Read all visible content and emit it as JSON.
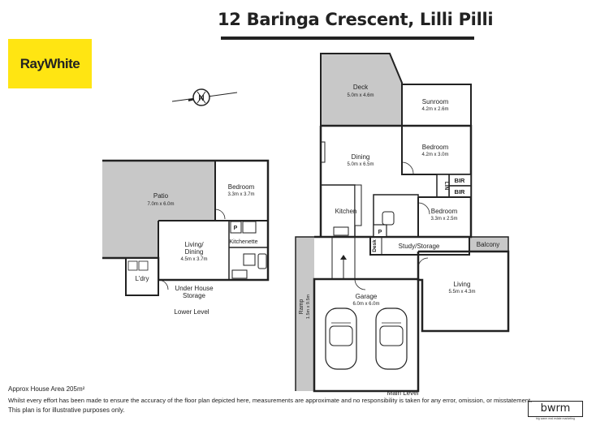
{
  "header": {
    "address": "12 Baringa Crescent, Lilli Pilli",
    "agency_logo": "RayWhite"
  },
  "compass": {
    "label": "N"
  },
  "lower_level": {
    "label": "Lower Level",
    "rooms": [
      {
        "name": "Patio",
        "dims": "7.0m x 6.0m"
      },
      {
        "name": "Bedroom",
        "dims": "3.3m x 3.7m"
      },
      {
        "name": "Living/",
        "name2": "Dining",
        "dims": "4.5m x 3.7m"
      },
      {
        "name": "Kitchenette"
      },
      {
        "name": "P"
      },
      {
        "name": "L'dry"
      },
      {
        "name": "Under House",
        "name2": "Storage"
      }
    ]
  },
  "main_level": {
    "label": "Main Level",
    "rooms": [
      {
        "name": "Deck",
        "dims": "5.0m x 4.6m"
      },
      {
        "name": "Sunroom",
        "dims": "4.2m x 2.6m"
      },
      {
        "name": "Dining",
        "dims": "5.0m x 6.5m"
      },
      {
        "name": "Bedroom",
        "dims": "4.2m x 3.0m"
      },
      {
        "name": "BIR"
      },
      {
        "name": "BIR"
      },
      {
        "name": "LIN"
      },
      {
        "name": "Kitchen"
      },
      {
        "name": "Bedroom",
        "dims": "3.3m x 2.5m"
      },
      {
        "name": "P"
      },
      {
        "name": "Desk"
      },
      {
        "name": "Study/Storage"
      },
      {
        "name": "Balcony"
      },
      {
        "name": "Living",
        "dims": "5.5m x 4.3m"
      },
      {
        "name": "Garage",
        "dims": "6.0m x 6.0m"
      },
      {
        "name": "Ramp",
        "dims": "1.5m x 9.5m"
      }
    ]
  },
  "footer": {
    "area": "Approx House Area 205m²",
    "disclaimer": "Whilst every effort has been made to ensure the accuracy of the floor plan depicted here, measurements are approximate and no responsibility is taken for any error, omission, or misstatement.",
    "note": "This plan is for illustrative purposes only.",
    "brand": "bwrm",
    "brand_tagline": "big warm real estate marketing"
  },
  "colors": {
    "logo_bg": "#ffe512",
    "outdoor_fill": "#c8c8c8",
    "wall": "#222222"
  }
}
